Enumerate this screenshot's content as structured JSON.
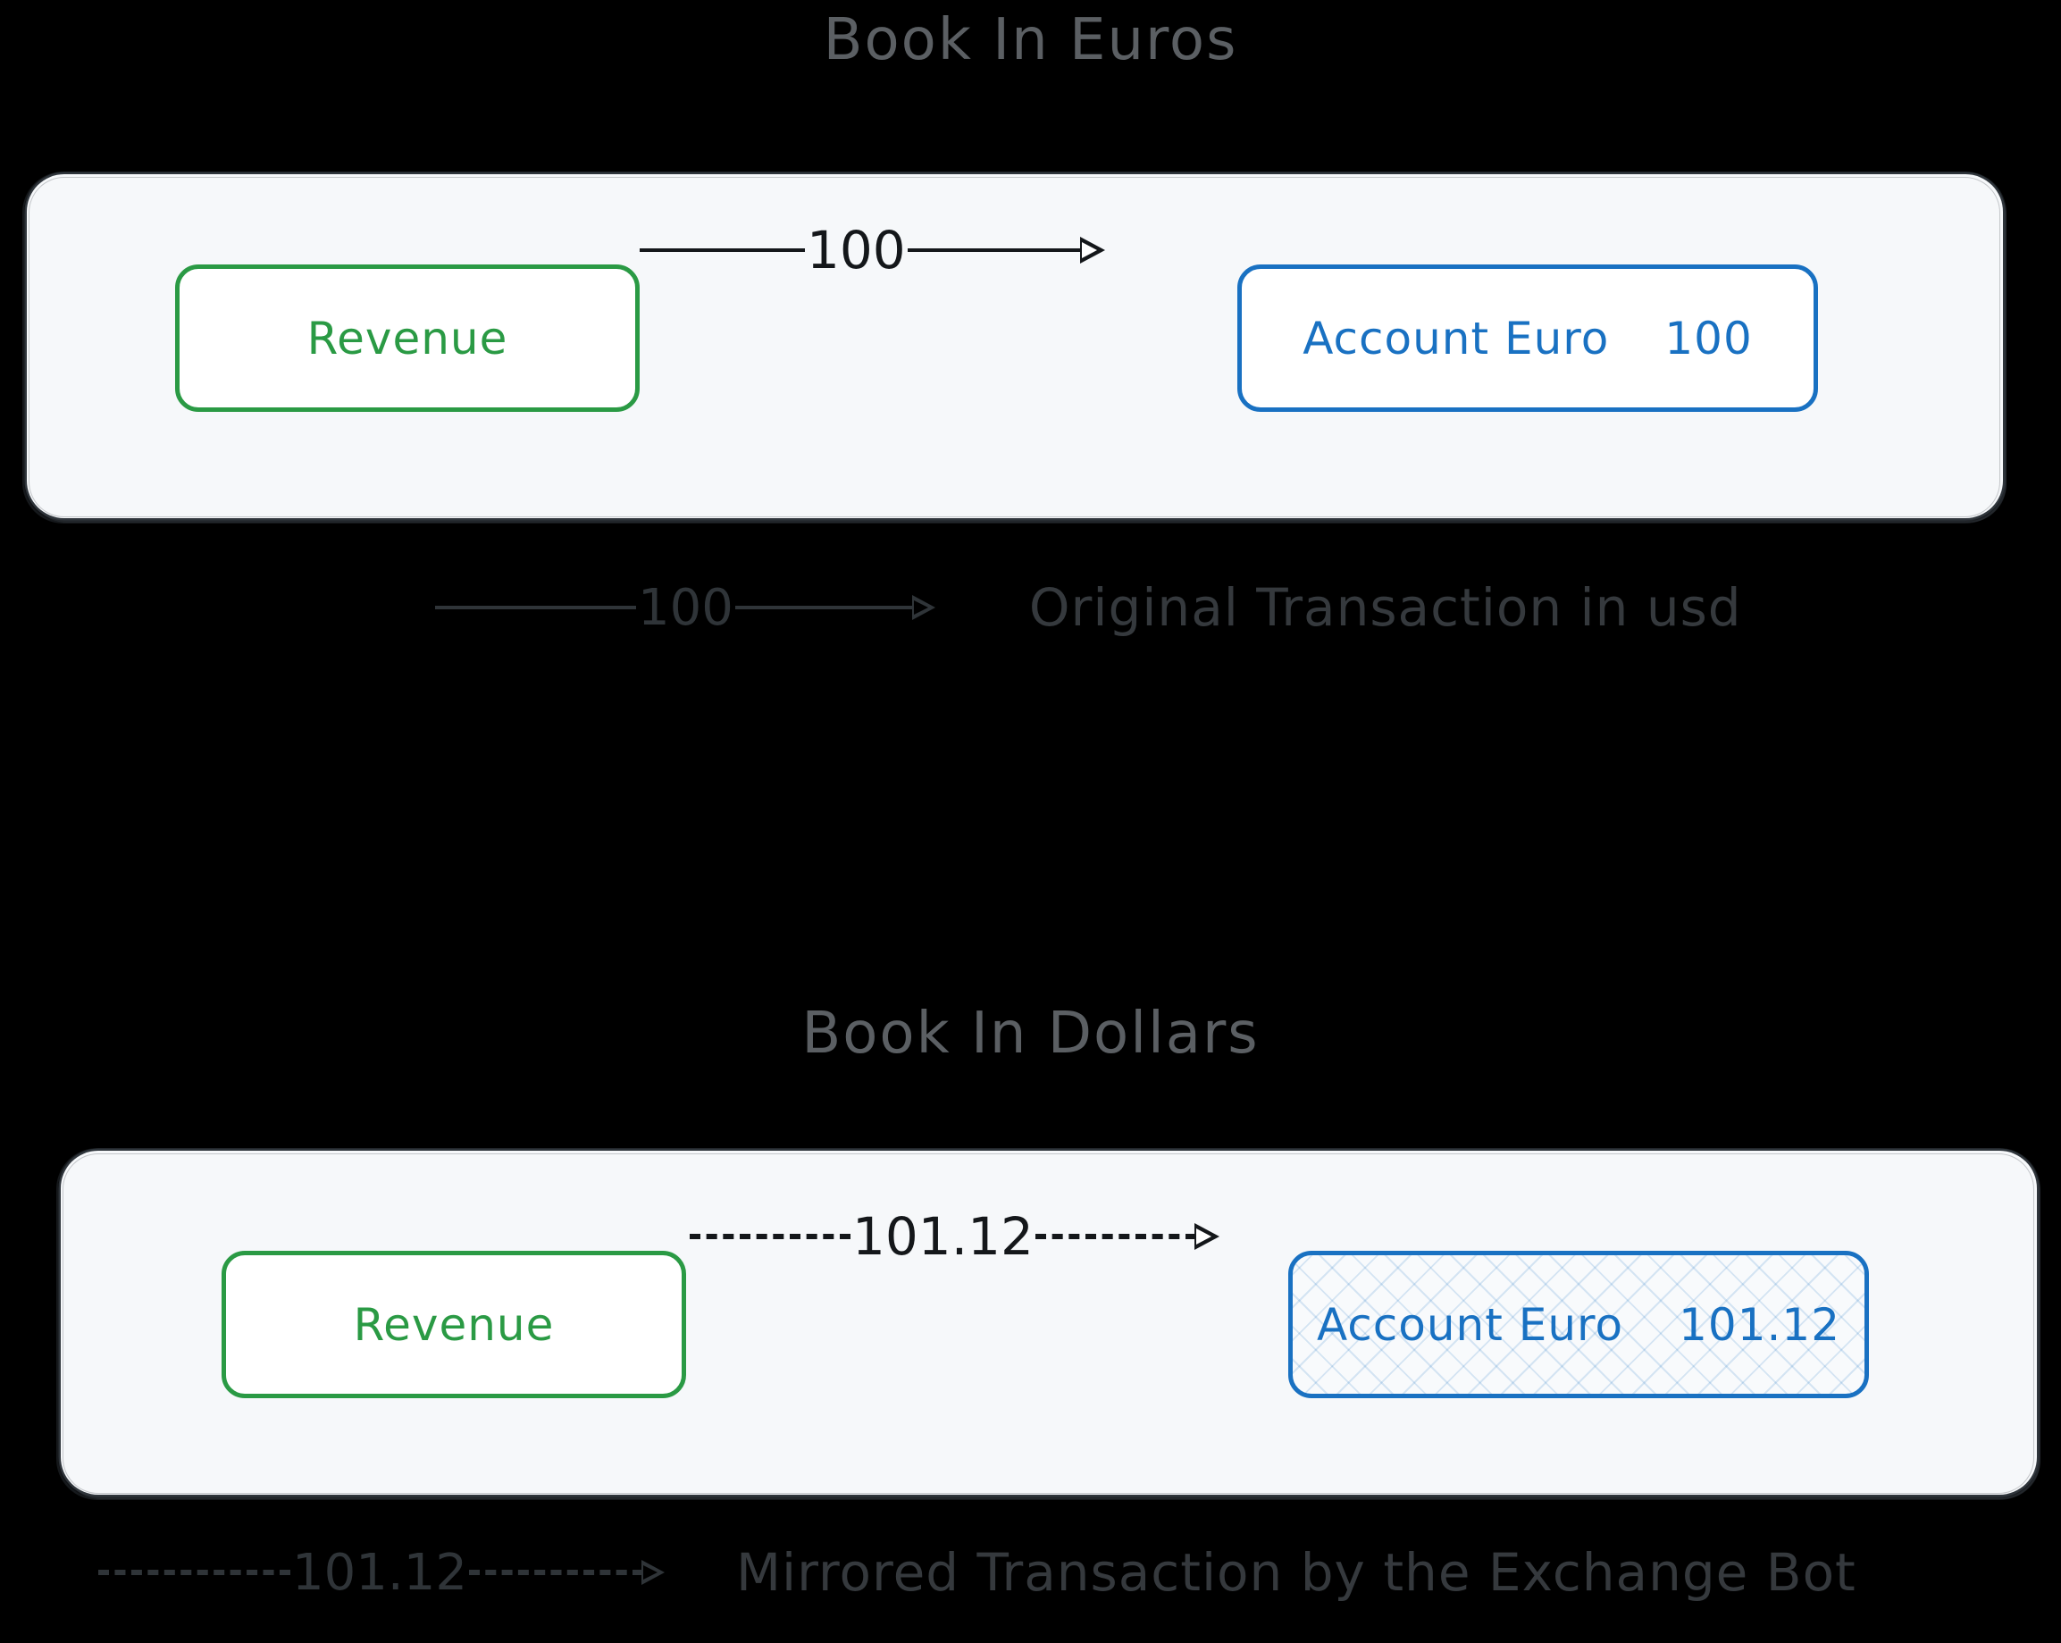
{
  "diagram": {
    "background_color": "#000000",
    "groups": [
      {
        "title": "Book In Euros",
        "container_fill": "#f6f8fa",
        "nodes": [
          {
            "label": "Revenue",
            "amount": "",
            "color": "#2a9a44",
            "style": "solid"
          },
          {
            "label": "Account Euro",
            "amount": "100",
            "color": "#1971c2",
            "style": "solid"
          }
        ],
        "edge": {
          "label": "100",
          "style": "solid",
          "arrow": "open-triangle"
        }
      },
      {
        "title": "Book In Dollars",
        "container_fill": "#f6f8fa",
        "nodes": [
          {
            "label": "Revenue",
            "amount": "",
            "color": "#2a9a44",
            "style": "solid"
          },
          {
            "label": "Account Euro",
            "amount": "101.12",
            "color": "#1971c2",
            "style": "hatched"
          }
        ],
        "edge": {
          "label": "101.12",
          "style": "dashed",
          "arrow": "open-triangle"
        }
      }
    ],
    "legends": [
      {
        "amount": "100",
        "style": "solid",
        "text": "Original Transaction in usd"
      },
      {
        "amount": "101.12",
        "style": "dashed",
        "text": "Mirrored Transaction by the Exchange Bot"
      }
    ]
  }
}
